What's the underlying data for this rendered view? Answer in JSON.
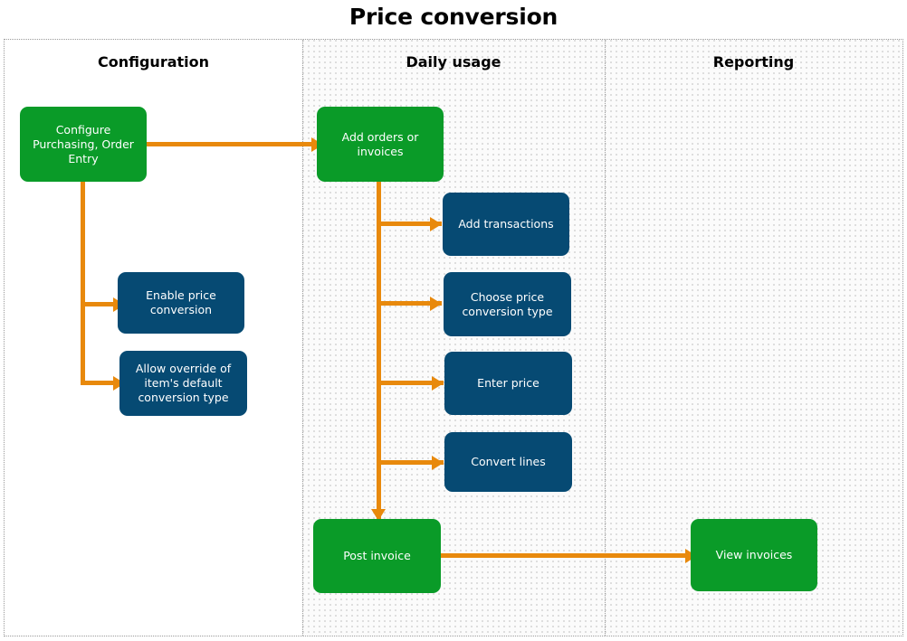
{
  "title": "Price conversion",
  "lanes": [
    {
      "id": "configuration",
      "label": "Configuration"
    },
    {
      "id": "daily-usage",
      "label": "Daily usage"
    },
    {
      "id": "reporting",
      "label": "Reporting"
    }
  ],
  "nodes": [
    {
      "id": "configure-purchasing-order-entry",
      "label": "Configure Purchasing, Order Entry",
      "lane": "configuration",
      "style": "green"
    },
    {
      "id": "enable-price-conversion",
      "label": "Enable price conversion",
      "lane": "configuration",
      "style": "blue"
    },
    {
      "id": "allow-override-conversion-type",
      "label": "Allow override of item's default conversion type",
      "lane": "configuration",
      "style": "blue"
    },
    {
      "id": "add-orders-or-invoices",
      "label": "Add orders or invoices",
      "lane": "daily-usage",
      "style": "green"
    },
    {
      "id": "add-transactions",
      "label": "Add transactions",
      "lane": "daily-usage",
      "style": "blue"
    },
    {
      "id": "choose-price-conversion-type",
      "label": "Choose price conversion type",
      "lane": "daily-usage",
      "style": "blue"
    },
    {
      "id": "enter-price",
      "label": "Enter price",
      "lane": "daily-usage",
      "style": "blue"
    },
    {
      "id": "convert-lines",
      "label": "Convert lines",
      "lane": "daily-usage",
      "style": "blue"
    },
    {
      "id": "post-invoice",
      "label": "Post invoice",
      "lane": "daily-usage",
      "style": "green"
    },
    {
      "id": "view-invoices",
      "label": "View invoices",
      "lane": "reporting",
      "style": "green"
    }
  ],
  "edges": [
    {
      "from": "configure-purchasing-order-entry",
      "to": "add-orders-or-invoices"
    },
    {
      "from": "configure-purchasing-order-entry",
      "to": "enable-price-conversion"
    },
    {
      "from": "configure-purchasing-order-entry",
      "to": "allow-override-conversion-type"
    },
    {
      "from": "add-orders-or-invoices",
      "to": "add-transactions"
    },
    {
      "from": "add-orders-or-invoices",
      "to": "choose-price-conversion-type"
    },
    {
      "from": "add-orders-or-invoices",
      "to": "enter-price"
    },
    {
      "from": "add-orders-or-invoices",
      "to": "convert-lines"
    },
    {
      "from": "add-orders-or-invoices",
      "to": "post-invoice"
    },
    {
      "from": "post-invoice",
      "to": "view-invoices"
    }
  ],
  "colors": {
    "green": "#0a9b28",
    "blue": "#064a73",
    "arrow": "#e8890c",
    "text_on_node": "#ffffff",
    "lane_border": "#9a9a9a",
    "background": "#ffffff"
  }
}
